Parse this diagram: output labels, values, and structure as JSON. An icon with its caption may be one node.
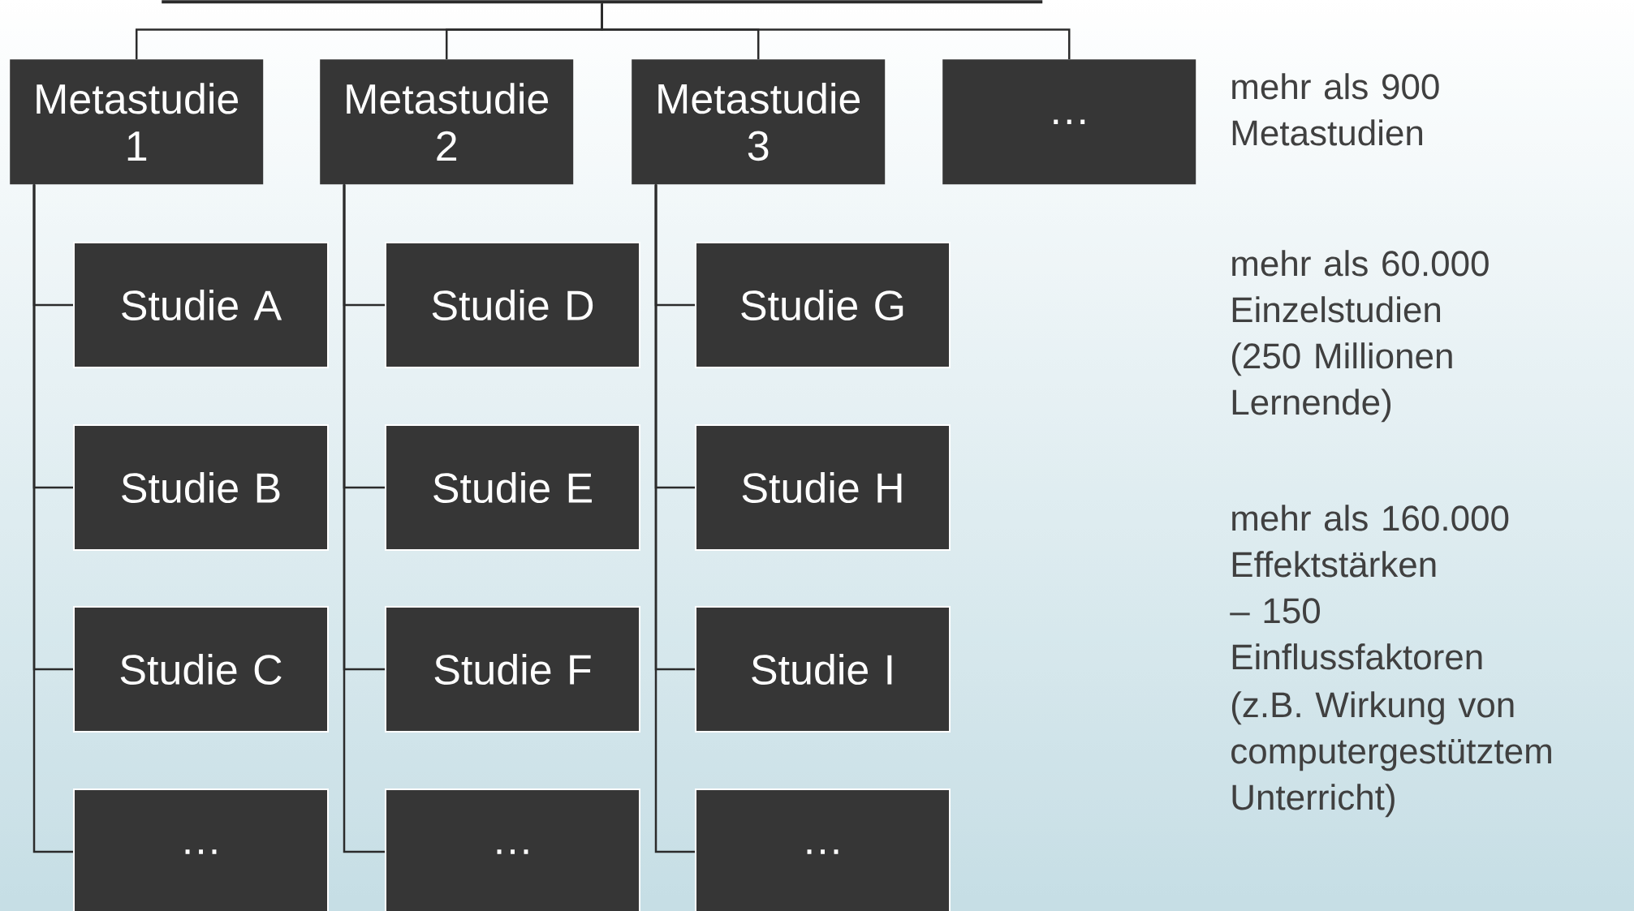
{
  "diagram": {
    "nodes": [
      {
        "text": [],
        "shape": "bar"
      },
      {
        "text": [
          "Metastudie 1"
        ]
      },
      {
        "text": [
          "Metastudie 2"
        ]
      },
      {
        "text": [
          "Metastudie 3"
        ]
      },
      {
        "text": [
          "…"
        ]
      },
      {
        "text": [
          "Studie A"
        ]
      },
      {
        "text": [
          "Studie D"
        ]
      },
      {
        "text": [
          "Studie G"
        ]
      },
      {
        "text": [
          "Studie B"
        ]
      },
      {
        "text": [
          "Studie E"
        ]
      },
      {
        "text": [
          "Studie H"
        ]
      },
      {
        "text": [
          "Studie C"
        ]
      },
      {
        "text": [
          "Studie F"
        ]
      },
      {
        "text": [
          "Studie I"
        ]
      },
      {
        "text": [
          "…"
        ]
      },
      {
        "text": [
          "…"
        ]
      },
      {
        "text": [
          "…"
        ]
      }
    ],
    "edges": [
      {
        "from": 0,
        "to": 1,
        "arrow": "none"
      },
      {
        "from": 0,
        "to": 2,
        "arrow": "none"
      },
      {
        "from": 0,
        "to": 3,
        "arrow": "none"
      },
      {
        "from": 0,
        "to": 4,
        "arrow": "none"
      },
      {
        "from": 1,
        "to": 5,
        "arrow": "none"
      },
      {
        "from": 1,
        "to": 8,
        "arrow": "none"
      },
      {
        "from": 1,
        "to": 11,
        "arrow": "none"
      },
      {
        "from": 1,
        "to": 14,
        "arrow": "none"
      },
      {
        "from": 2,
        "to": 6,
        "arrow": "none"
      },
      {
        "from": 2,
        "to": 9,
        "arrow": "none"
      },
      {
        "from": 2,
        "to": 12,
        "arrow": "none"
      },
      {
        "from": 2,
        "to": 15,
        "arrow": "none"
      },
      {
        "from": 3,
        "to": 7,
        "arrow": "none"
      },
      {
        "from": 3,
        "to": 10,
        "arrow": "none"
      },
      {
        "from": 3,
        "to": 13,
        "arrow": "none"
      },
      {
        "from": 3,
        "to": 16,
        "arrow": "none"
      }
    ],
    "labels": [
      "mehr als 900 Metastudien",
      "mehr als 60.000 Einzelstudien (250 Millionen Lernende)",
      "mehr als 160.000 Effektstärken – 150 Einflussfaktoren",
      "(z.B. Wirkung von computergestütztem Unterricht)"
    ]
  }
}
